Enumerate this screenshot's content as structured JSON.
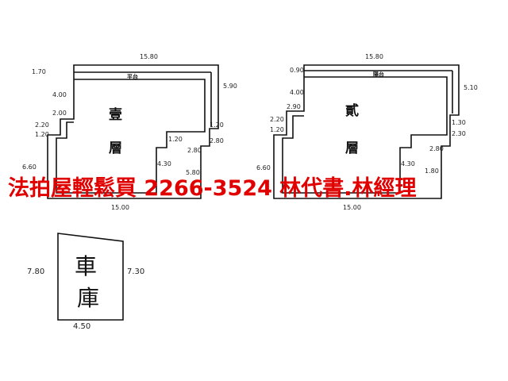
{
  "banner": "法拍屋輕鬆買  2266-3524  林代書.林經理",
  "floor1": {
    "room_label_1": "壹",
    "room_label_2": "層",
    "balcony_label": "平台",
    "dims": {
      "top_width": "15.80",
      "bottom_width": "15.00",
      "left_1_70": "1.70",
      "left_4_00": "4.00",
      "left_2_00": "2.00",
      "left_2_20": "2.20",
      "left_1_20": "1.20",
      "left_6_60": "6.60",
      "right_5_90": "5.90",
      "right_1_20": "1.20",
      "right_2_80": "2.80",
      "inner_1_20": "1.20",
      "inner_2_80": "2.80",
      "inner_4_30": "4.30",
      "inner_5_80": "5.80"
    }
  },
  "floor2": {
    "room_label_1": "貳",
    "room_label_2": "層",
    "balcony_label": "陽台",
    "dims": {
      "top_width": "15.80",
      "bottom_width": "15.00",
      "left_0_90": "0.90",
      "left_4_00": "4.00",
      "left_2_90": "2.90",
      "left_2_20": "2.20",
      "left_1_20": "1.20",
      "left_6_60": "6.60",
      "right_5_10": "5.10",
      "right_1_30": "1.30",
      "right_2_30": "2.30",
      "inner_2_80": "2.80",
      "inner_4_30": "4.30",
      "inner_1_80": "1.80"
    }
  },
  "garage": {
    "label_1": "車",
    "label_2": "庫",
    "left_height": "7.80",
    "right_height": "7.30",
    "bottom_width": "4.50"
  }
}
